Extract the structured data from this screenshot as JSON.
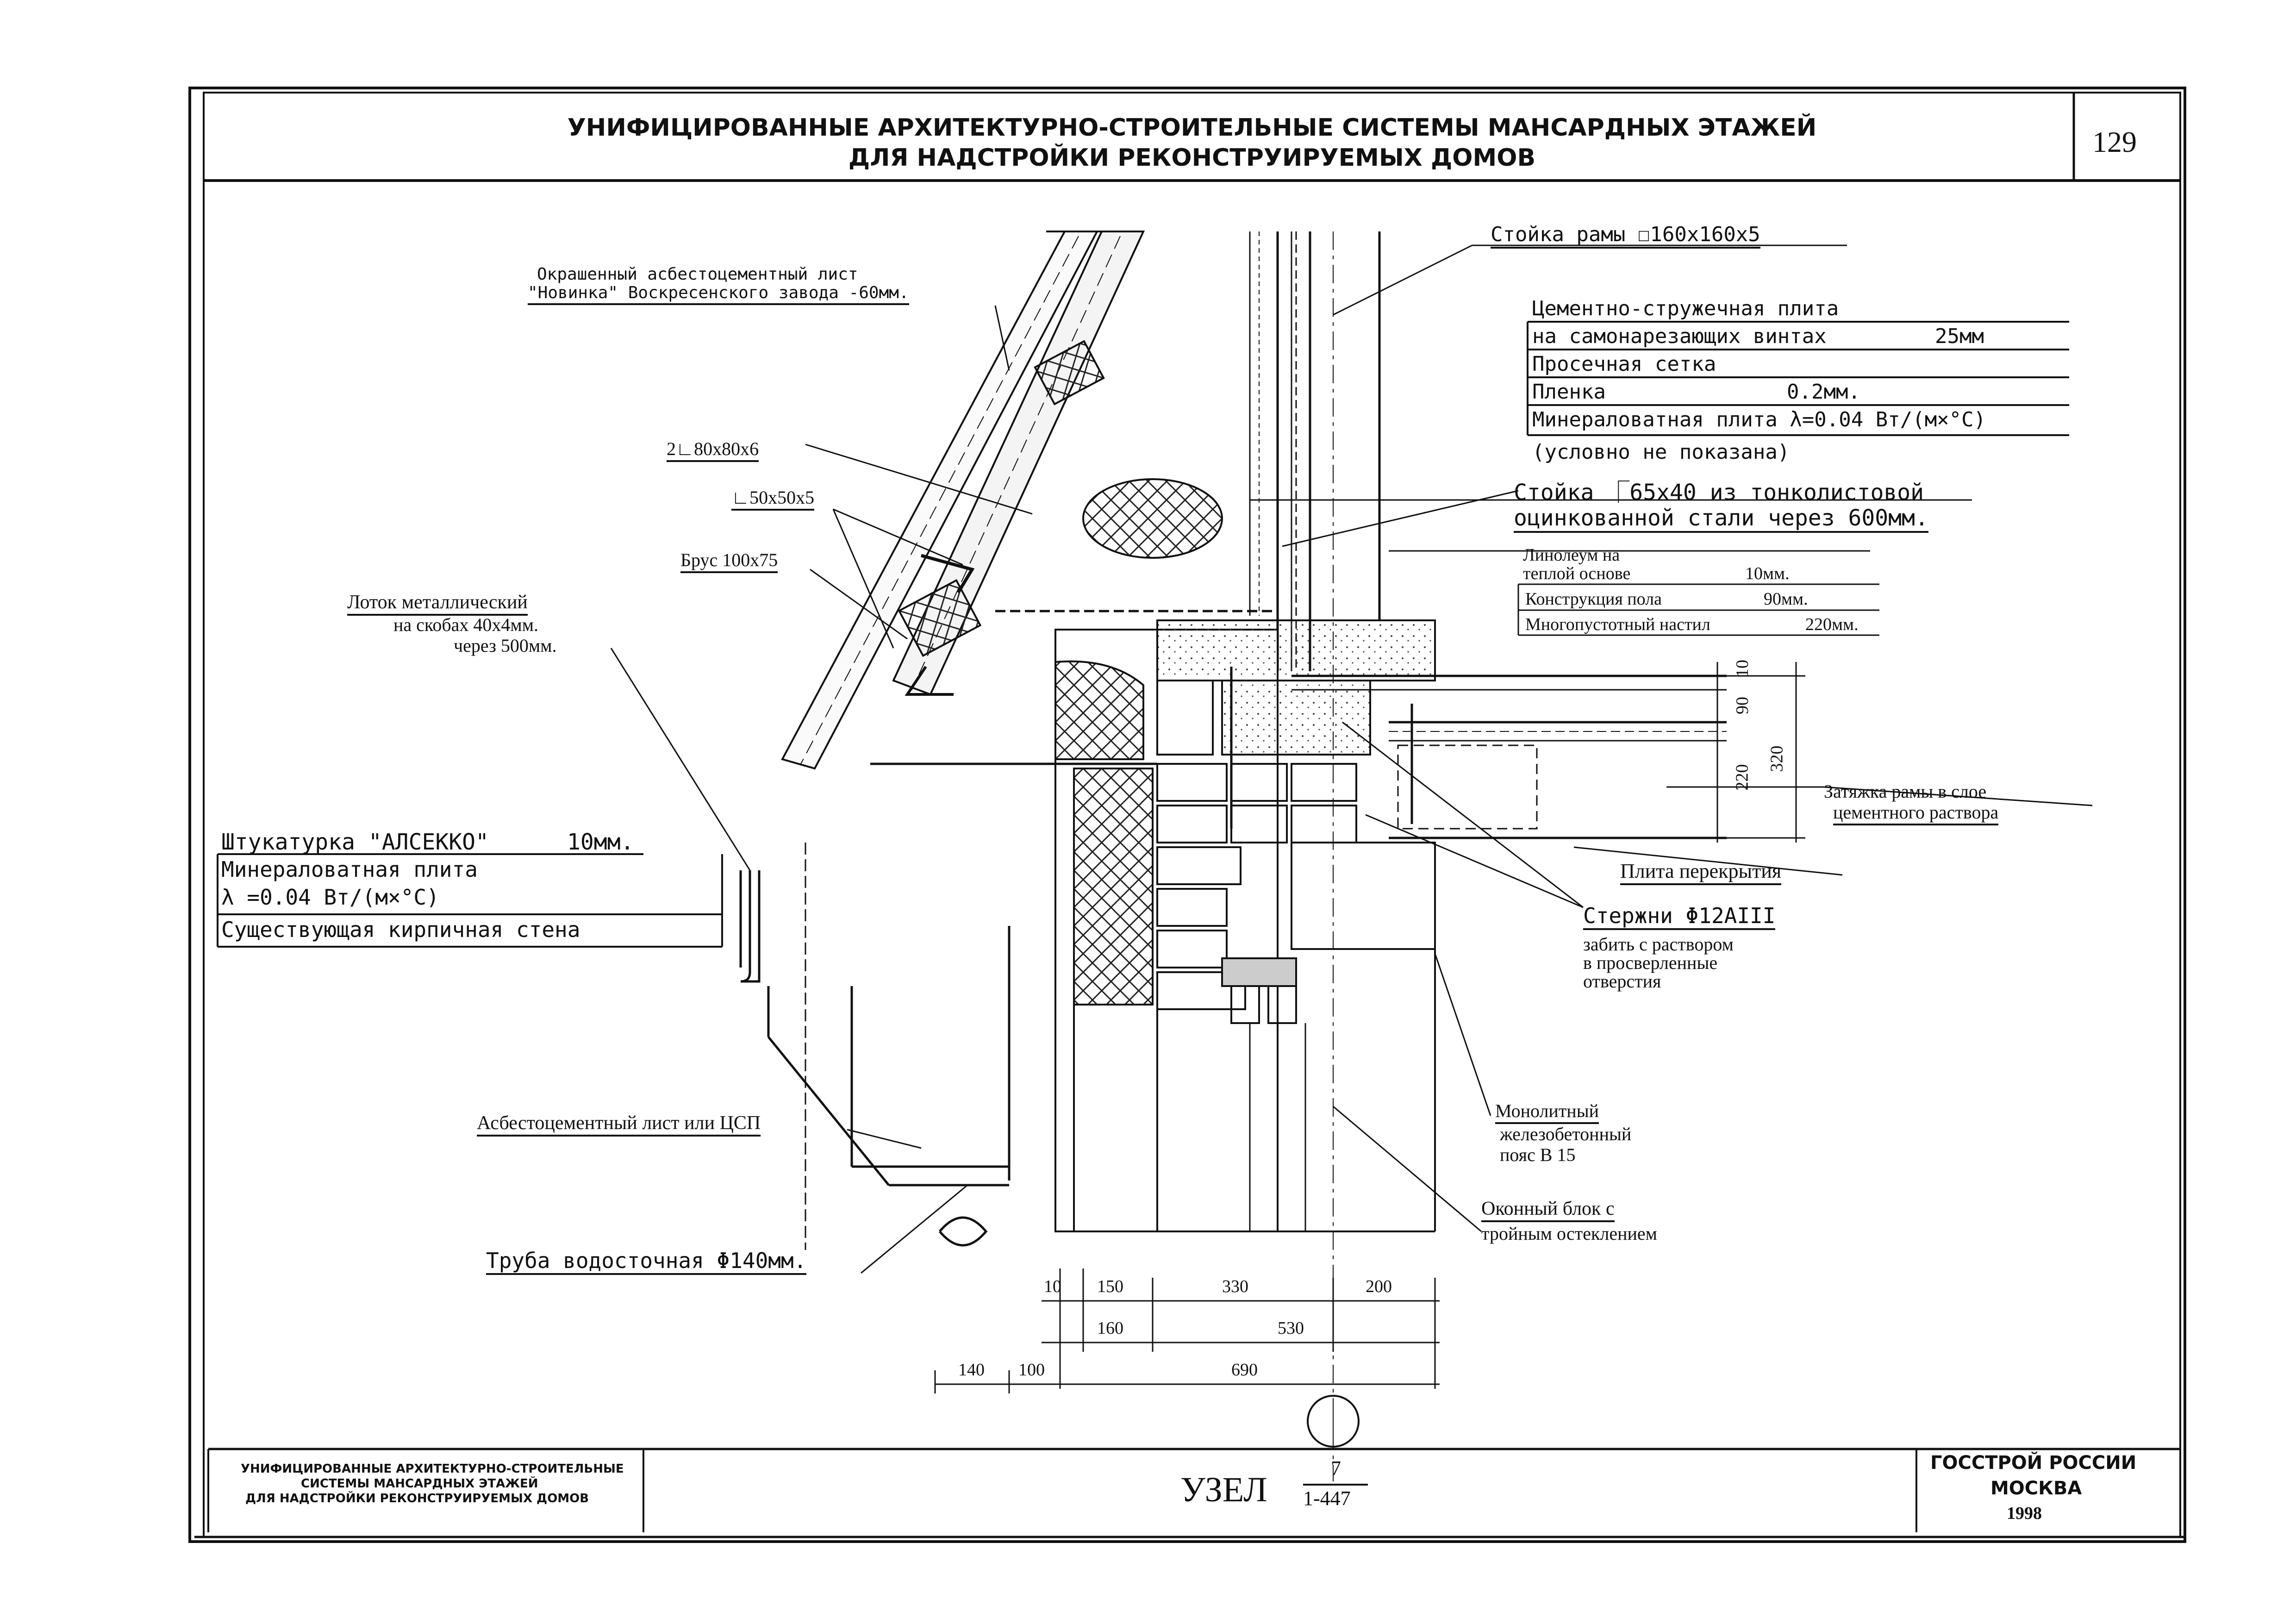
{
  "header": {
    "title_line1": "УНИФИЦИРОВАННЫЕ АРХИТЕКТУРНО-СТРОИТЕЛЬНЫЕ СИСТЕМЫ МАНСАРДНЫХ ЭТАЖЕЙ",
    "title_line2": "ДЛЯ НАДСТРОЙКИ РЕКОНСТРУИРУЕМЫХ ДОМОВ",
    "page_number": "129"
  },
  "labels": {
    "roof_sheet": "Окрашенный асбестоцементный лист",
    "roof_sheet_2": "\"Новинка\" Воскресенского завода -60мм.",
    "angle_80": "2∟80x80x6",
    "angle_50": "∟50x50x5",
    "beam": "Брус 100x75",
    "gutter_1": "Лоток металлический",
    "gutter_2": "на скобах 40x4мм.",
    "gutter_3": "через 500мм.",
    "frame_post": "Стойка рамы ☐160x160x5",
    "csp_1": "Цементно-стружечная плита",
    "csp_2": "на самонарезающих винтах",
    "csp_2_value": "25мм",
    "mesh": "Просечная сетка",
    "film": "Пленка",
    "film_value": "0.2мм.",
    "mineral": "Минераловатная плита λ=0.04 Вт/(м×°С)",
    "not_shown": "(условно не показана)",
    "post_1": "Стойка ⎾65x40 из тонколистовой",
    "post_2": "оцинкованной стали через 600мм.",
    "floor_1": "Линолеум на",
    "floor_2": "теплой основе",
    "floor_2_value": "10мм.",
    "floor_3": "Конструкция пола",
    "floor_3_value": "90мм.",
    "floor_4": "Многопустотный настил",
    "floor_4_value": "220мм.",
    "tie_1": "Затяжка рамы в слое",
    "tie_2": "цементного раствора",
    "slab": "Плита перекрытия",
    "rod_1": "Стержни Φ12АIII",
    "rod_2": "забить с раствором",
    "rod_3": "в просверленные",
    "rod_4": "отверстия",
    "plaster": "Штукатурка \"АЛСЕККО\"",
    "plaster_value": "10мм.",
    "wall_mineral_1": "Минераловатная плита",
    "wall_mineral_2": "λ =0.04 Вт/(м×°С)",
    "brick_wall": "Существующая кирпичная стена",
    "asbestos_sheet": "Асбестоцементный лист или ЦСП",
    "belt_1": "Монолитный",
    "belt_2": "железобетонный",
    "belt_3": "пояс В 15",
    "window_1": "Оконный блок с",
    "window_2": "тройным остеклением",
    "downpipe": "Труба водосточная Φ140мм."
  },
  "dimensions": {
    "row1": [
      "10",
      "150",
      "330",
      "200"
    ],
    "row2": [
      "160",
      "530"
    ],
    "row3": [
      "140",
      "100",
      "690"
    ],
    "vertical": [
      "10",
      "90",
      "220",
      "320"
    ]
  },
  "title_block": {
    "left_1": "УНИФИЦИРОВАННЫЕ АРХИТЕКТУРНО-СТРОИТЕЛЬНЫЕ",
    "left_2": "СИСТЕМЫ МАНСАРДНЫХ ЭТАЖЕЙ",
    "left_3": "ДЛЯ НАДСТРОЙКИ РЕКОНСТРУИРУЕМЫХ ДОМОВ",
    "node_label": "УЗЕЛ",
    "node_numerator": "7",
    "node_denominator": "1-447",
    "org": "ГОССТРОЙ РОССИИ",
    "city": "МОСКВА",
    "year": "1998"
  }
}
